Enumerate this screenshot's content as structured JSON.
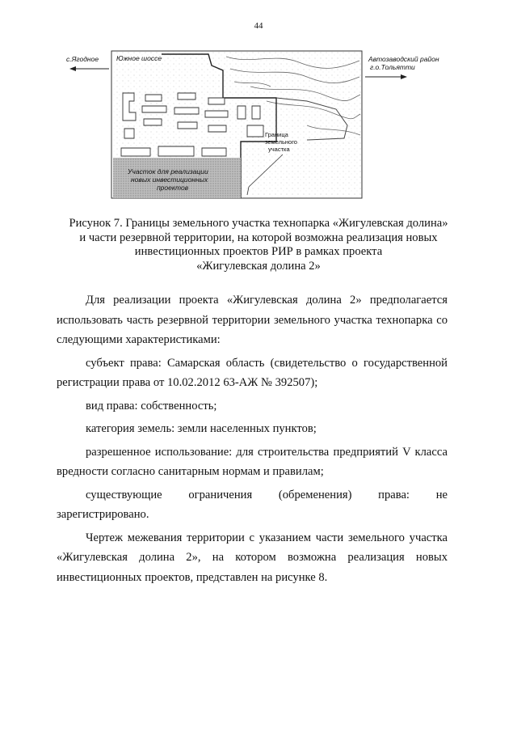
{
  "page_number": "44",
  "figure": {
    "label_left": "с.Ягодное",
    "label_road": "Южное шоссе",
    "label_right_1": "Автозаводский район",
    "label_right_2": "г.о.Тольятти",
    "label_boundary_1": "Граница",
    "label_boundary_2": "земельного",
    "label_boundary_3": "участка",
    "label_plot_1": "Участок для реализации",
    "label_plot_2": "новых инвестиционных",
    "label_plot_3": "проектов"
  },
  "caption": {
    "line1": "Рисунок 7. Границы земельного участка технопарка «Жигулевская долина»",
    "line2": "и части резервной территории, на которой возможна реализация новых",
    "line3": "инвестиционных проектов РИР в рамках проекта",
    "line4": "«Жигулевская долина 2»"
  },
  "paragraphs": [
    "Для реализации проекта «Жигулевская долина 2» предполагается использовать часть резервной территории земельного участка технопарка со следующими характеристиками:",
    "субъект права: Самарская область (свидетельство о государственной регистрации права от 10.02.2012 63-АЖ № 392507);",
    "вид права: собственность;",
    "категория земель: земли населенных пунктов;",
    "разрешенное использование: для строительства предприятий V класса вредности согласно санитарным нормам и правилам;",
    "существующие ограничения (обременения) права: не зарегистрировано.",
    "Чертеж межевания территории с указанием части земельного участка «Жигулевская долина 2», на котором возможна реализация новых инвестиционных проектов, представлен на рисунке 8."
  ]
}
